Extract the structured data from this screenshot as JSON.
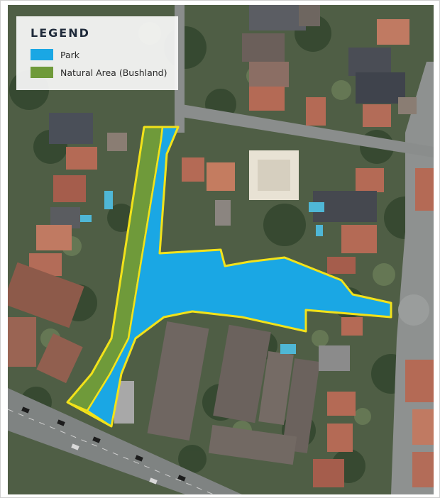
{
  "legend": {
    "title": "LEGEND",
    "items": [
      {
        "label": "Park",
        "color": "#1aa7e4"
      },
      {
        "label": "Natural Area (Bushland)",
        "color": "#6f9a3a"
      }
    ]
  },
  "colors": {
    "park": "#1aa7e4",
    "bushland": "#6f9a3a",
    "boundary": "#f2e21a",
    "vegetation": "#3e5236",
    "road": "#8a8d8c",
    "roof_red": "#b46a55",
    "roof_dark": "#4a4d55",
    "roof_grey": "#8b8580"
  }
}
